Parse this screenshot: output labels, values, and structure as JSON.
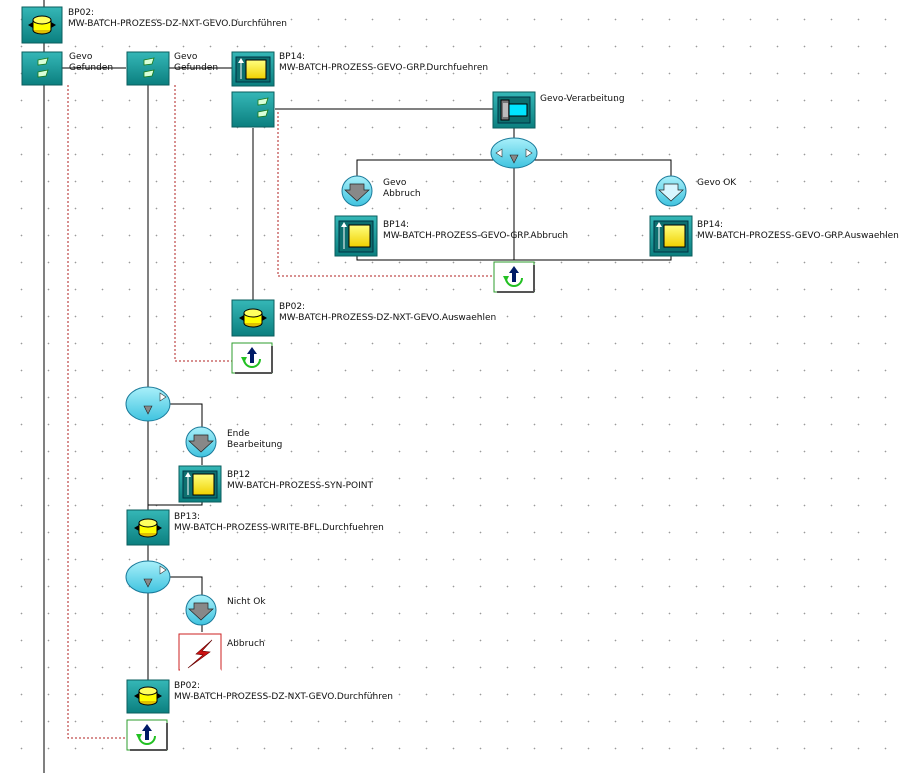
{
  "nodes": {
    "bp02_top": {
      "label1": "BP02:",
      "label2": "MW-BATCH-PROZESS-DZ-NXT-GEVO.Durchführen",
      "icon": "database-call-icon"
    },
    "gevo_gefunden_1": {
      "label1": "Gevo",
      "label2": "Gefunden",
      "icon": "condition-icon"
    },
    "gevo_gefunden_2": {
      "label1": "Gevo",
      "label2": "Gefunden",
      "icon": "condition-icon"
    },
    "bp14_durchfuehren": {
      "label1": "BP14:",
      "label2": "MW-BATCH-PROZESS-GEVO-GRP.Durchfuehren",
      "icon": "subprocess-icon"
    },
    "gevo_loop_cond": {
      "icon": "condition-icon"
    },
    "gevo_verarbeitung": {
      "label": "Gevo-Verarbeitung",
      "icon": "transaction-icon"
    },
    "decision_1": {
      "icon": "decision-icon"
    },
    "gevo_abbruch": {
      "label1": "Gevo",
      "label2": "Abbruch",
      "icon": "branch-down-icon"
    },
    "gevo_ok": {
      "label": "Gevo OK",
      "icon": "branch-down-icon"
    },
    "bp14_abbruch": {
      "label1": "BP14:",
      "label2": "MW-BATCH-PROZESS-GEVO-GRP.Abbruch",
      "icon": "subprocess-icon"
    },
    "bp14_auswaehlen": {
      "label1": "BP14:",
      "label2": "MW-BATCH-PROZESS-GEVO-GRP.Auswaehlen",
      "icon": "subprocess-icon"
    },
    "loop_inner": {
      "icon": "loop-icon"
    },
    "bp02_auswaehlen": {
      "label1": "BP02:",
      "label2": "MW-BATCH-PROZESS-DZ-NXT-GEVO.Auswaehlen",
      "icon": "database-call-icon"
    },
    "loop_mid": {
      "icon": "loop-icon"
    },
    "decision_2": {
      "icon": "decision-icon"
    },
    "ende_bearbeitung": {
      "label1": "Ende",
      "label2": "Bearbeitung",
      "icon": "branch-down-icon"
    },
    "bp12_syn_point": {
      "label1": "BP12",
      "label2": "MW-BATCH-PROZESS-SYN-POINT",
      "icon": "subprocess-icon"
    },
    "bp13_write_bfl": {
      "label1": "BP13:",
      "label2": "MW-BATCH-PROZESS-WRITE-BFL.Durchfuehren",
      "icon": "database-call-icon"
    },
    "decision_3": {
      "icon": "decision-icon"
    },
    "nicht_ok": {
      "label": "Nicht Ok",
      "icon": "branch-down-icon"
    },
    "abbruch": {
      "label": "Abbruch",
      "icon": "lightning-icon"
    },
    "bp02_bottom": {
      "label1": "BP02:",
      "label2": "MW-BATCH-PROZESS-DZ-NXT-GEVO.Durchführen",
      "icon": "database-call-icon"
    },
    "loop_outer": {
      "icon": "loop-icon"
    }
  },
  "colors": {
    "box": "#0f8f8f",
    "box_light": "#35b7b7",
    "box_border": "#0a5e5e",
    "cyan": "#66d9ef",
    "yellow": "#ffff00",
    "loop_edge": "#b22222",
    "line": "#000000",
    "grid_dot": "#9a9a9a"
  }
}
